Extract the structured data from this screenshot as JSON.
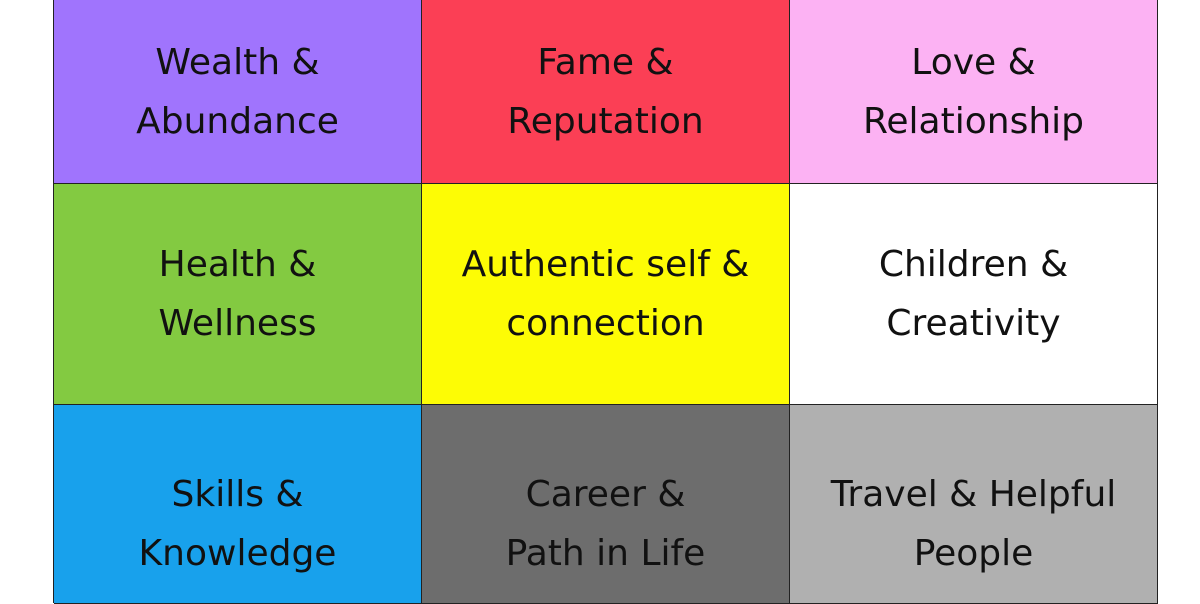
{
  "grid": {
    "cells": [
      {
        "label": "Wealth &\nAbundance",
        "color": "#a074fd"
      },
      {
        "label": "Fame &\nReputation",
        "color": "#fb3f55"
      },
      {
        "label": "Love &\nRelationship",
        "color": "#fcb2f3"
      },
      {
        "label": "Health &\nWellness",
        "color": "#83ca41"
      },
      {
        "label": "Authentic self &\nconnection",
        "color": "#fdfc05"
      },
      {
        "label": "Children &\nCreativity",
        "color": "#ffffff"
      },
      {
        "label": "Skills &\nKnowledge",
        "color": "#18a1ec"
      },
      {
        "label": "Career &\nPath in Life",
        "color": "#6d6d6d"
      },
      {
        "label": "Travel & Helpful\nPeople",
        "color": "#b0b0b0"
      }
    ]
  }
}
